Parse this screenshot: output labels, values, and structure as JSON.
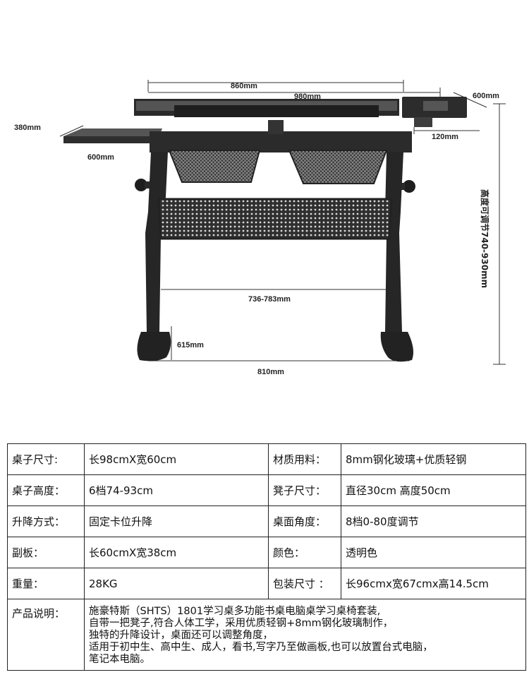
{
  "diagram": {
    "labels": {
      "top_width": "860mm",
      "total_width": "980mm",
      "depth": "600mm",
      "tray_width": "120mm",
      "side_board_depth": "380mm",
      "side_board_length": "600mm",
      "height_range": "高度可调节740-930mm",
      "inner_width": "736-783mm",
      "foot_height": "615mm",
      "base_width": "810mm"
    }
  },
  "specs": {
    "rows": [
      {
        "l1": "桌子尺寸:",
        "v1": "长98cmX宽60cm",
        "l2": "材质用料：",
        "v2": "8mm钢化玻璃+优质轻钢"
      },
      {
        "l1": "桌子高度：",
        "v1": "6档74-93cm",
        "l2": "凳子尺寸：",
        "v2": "直径30cm 高度50cm"
      },
      {
        "l1": "升降方式：",
        "v1": "固定卡位升降",
        "l2": "桌面角度：",
        "v2": "8档0-80度调节"
      },
      {
        "l1": "副板：",
        "v1": "长60cmX宽38cm",
        "l2": "颜色：",
        "v2": "透明色"
      },
      {
        "l1": "重量：",
        "v1": "28KG",
        "l2": "包装尺寸 ：",
        "v2": "长96cmx宽67cmx高14.5cm"
      }
    ],
    "description": {
      "label": "产品说明：",
      "text": "施豪特斯（SHTS）1801学习桌多功能书桌电脑桌学习桌椅套装,\n自带一把凳子,符合人体工学，采用优质轻钢+8mm钢化玻璃制作，\n独特的升降设计，桌面还可以调整角度，\n适用于初中生、高中生、成人，看书,写字乃至做画板,也可以放置台式电脑，\n笔记本电脑。"
    }
  }
}
